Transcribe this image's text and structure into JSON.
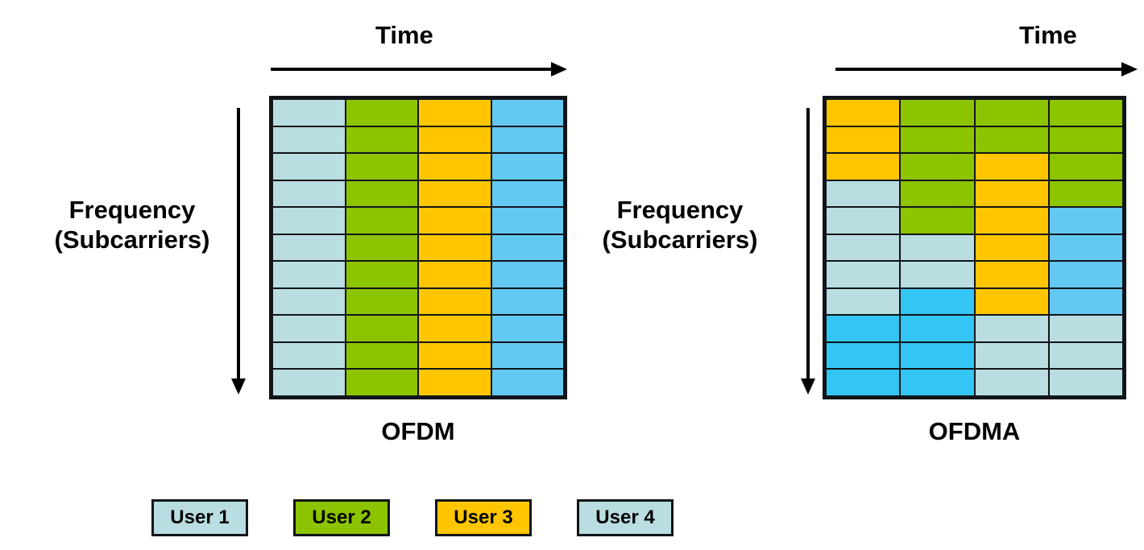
{
  "figure": {
    "title": "OFDM vs OFDMA resource allocation",
    "background": "#ffffff"
  },
  "colors": {
    "user1": "#b9dde1",
    "user2": "#8cc400",
    "user3": "#ffc600",
    "user4_ofdm": "#63c8f2",
    "user4_bright": "#33c6f4",
    "outline": "#111418",
    "text": "#000000"
  },
  "panels": [
    {
      "id": "ofdm",
      "caption": "OFDM",
      "time_label": "Time",
      "freq_label_line1": "Frequency",
      "freq_label_line2": "(Subcarriers)",
      "columns": 4,
      "rows": 11,
      "grid": [
        [
          "user1",
          "user2",
          "user3",
          "user4"
        ],
        [
          "user1",
          "user2",
          "user3",
          "user4"
        ],
        [
          "user1",
          "user2",
          "user3",
          "user4"
        ],
        [
          "user1",
          "user2",
          "user3",
          "user4"
        ],
        [
          "user1",
          "user2",
          "user3",
          "user4"
        ],
        [
          "user1",
          "user2",
          "user3",
          "user4"
        ],
        [
          "user1",
          "user2",
          "user3",
          "user4"
        ],
        [
          "user1",
          "user2",
          "user3",
          "user4"
        ],
        [
          "user1",
          "user2",
          "user3",
          "user4"
        ],
        [
          "user1",
          "user2",
          "user3",
          "user4"
        ],
        [
          "user1",
          "user2",
          "user3",
          "user4"
        ]
      ]
    },
    {
      "id": "ofdma",
      "caption": "OFDMA",
      "time_label": "Time",
      "freq_label_line1": "Frequency",
      "freq_label_line2": "(Subcarriers)",
      "columns": 4,
      "rows": 11,
      "grid": [
        [
          "user3",
          "user2",
          "user2",
          "user2"
        ],
        [
          "user3",
          "user2",
          "user2",
          "user2"
        ],
        [
          "user3",
          "user2",
          "user3",
          "user2"
        ],
        [
          "user1",
          "user2",
          "user3",
          "user2"
        ],
        [
          "user1",
          "user2",
          "user3",
          "user4"
        ],
        [
          "user1",
          "user1",
          "user3",
          "user4"
        ],
        [
          "user1",
          "user1",
          "user3",
          "user4"
        ],
        [
          "user1",
          "user4b",
          "user3",
          "user4"
        ],
        [
          "user4b",
          "user4b",
          "user1",
          "user1"
        ],
        [
          "user4b",
          "user4b",
          "user1",
          "user1"
        ],
        [
          "user4b",
          "user4b",
          "user1",
          "user1"
        ]
      ]
    }
  ],
  "legend": {
    "items": [
      {
        "label": "User 1",
        "color_key": "user1"
      },
      {
        "label": "User 2",
        "color_key": "user2"
      },
      {
        "label": "User 3",
        "color_key": "user3"
      },
      {
        "label": "User 4",
        "color_key": "user1"
      }
    ]
  }
}
